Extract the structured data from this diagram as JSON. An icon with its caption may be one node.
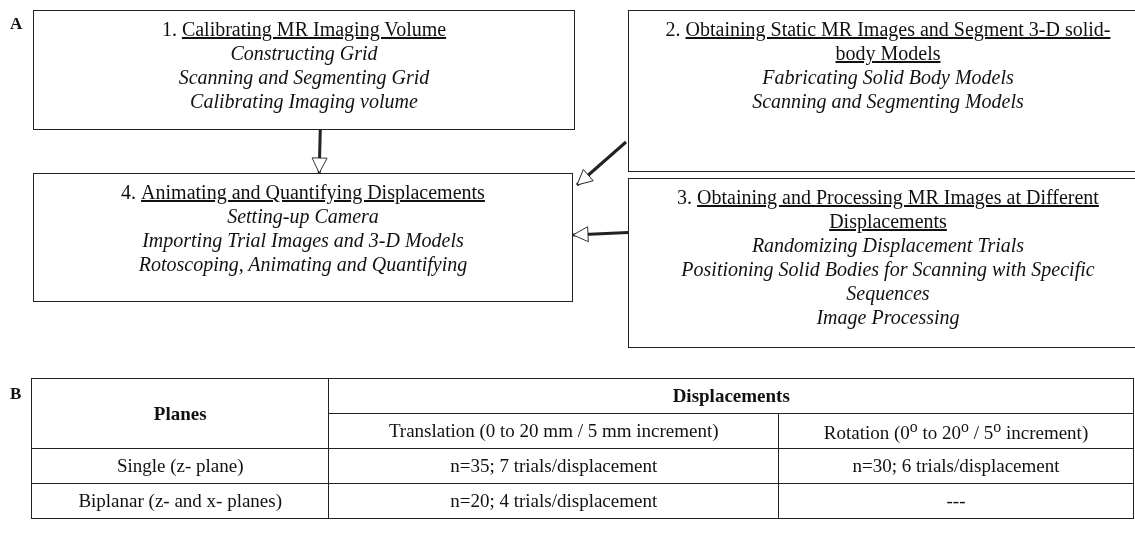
{
  "diagram": {
    "nodes": [
      {
        "text": [
          "1.",
          "Calibrating MR Imaging  Volume",
          "Constructing Grid",
          "Scanning and Segmenting Grid",
          "Calibrating Imaging volume"
        ]
      },
      {
        "text": [
          "2.",
          "Obtaining Static MR Images and Segment 3-D solid-body Models",
          "Fabricating Solid Body Models",
          "Scanning and Segmenting Models"
        ]
      },
      {
        "text": [
          "4.",
          "Animating and Quantifying Displacements",
          "Setting-up Camera",
          "Importing Trial Images and 3-D Models",
          "Rotoscoping, Animating and Quantifying"
        ]
      },
      {
        "text": [
          "3.",
          "Obtaining and Processing MR Images at Different Displacements",
          "Randomizing Displacement Trials",
          "Positioning Solid Bodies for Scanning with Specific Sequences",
          "Image Processing"
        ]
      }
    ],
    "edges": [
      {
        "from": 0,
        "to": 2,
        "arrow": "to"
      },
      {
        "from": 1,
        "to": 2,
        "arrow": "to"
      },
      {
        "from": 3,
        "to": 2,
        "arrow": "to"
      }
    ],
    "labels": [
      "A",
      "B",
      "Planes",
      "Displacements",
      "Translation (0 to 20 mm / 5 mm increment)",
      "Rotation (0$^{o}$ to 20$^{o}$ / 5$^{o}$ increment)",
      "Single (z- plane)",
      "n=35; 7 trials/displacement",
      "n=30; 6 trials/displacement",
      "Biplanar (z- and x- planes)",
      "n=20; 4 trials/displacement",
      "---"
    ]
  }
}
